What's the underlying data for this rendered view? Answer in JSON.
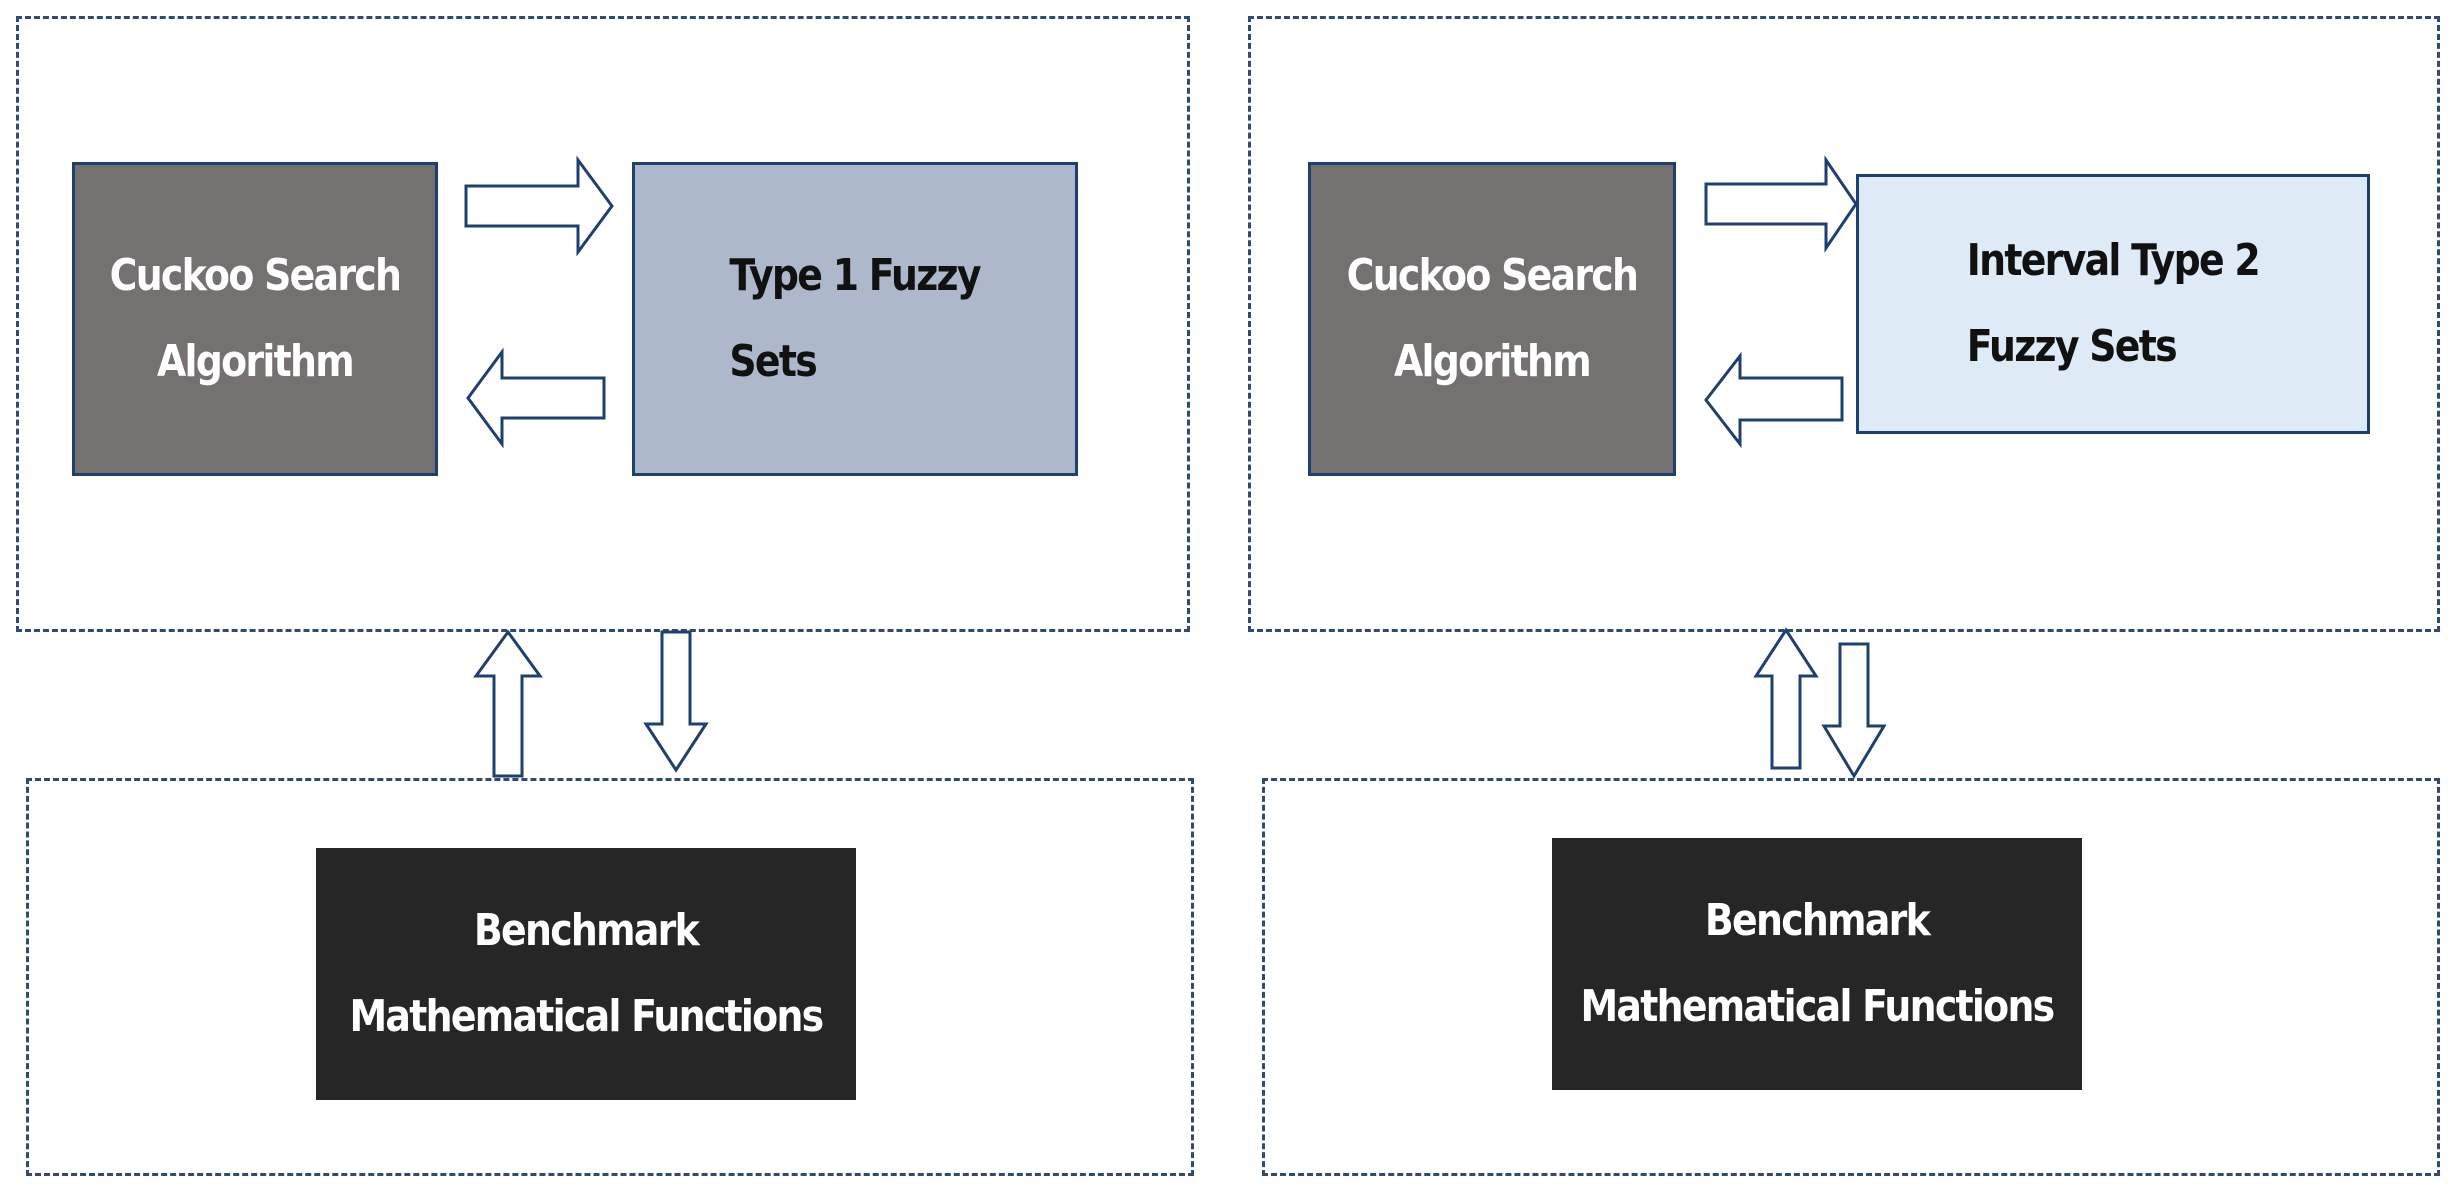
{
  "left_panel": {
    "algorithm_box": {
      "line1": "Cuckoo Search",
      "line2": "Algorithm"
    },
    "fuzzy_box": {
      "line1": "Type 1 Fuzzy",
      "line2": "Sets"
    },
    "benchmark_box": {
      "line1": "Benchmark",
      "line2": "Mathematical Functions"
    }
  },
  "right_panel": {
    "algorithm_box": {
      "line1": "Cuckoo Search",
      "line2": "Algorithm"
    },
    "fuzzy_box": {
      "line1": "Interval Type 2",
      "line2": "Fuzzy Sets"
    },
    "benchmark_box": {
      "line1": "Benchmark",
      "line2": "Mathematical Functions"
    }
  },
  "colors": {
    "algorithm_fill": "#767171",
    "type1_fill": "#adb9ca",
    "type2_fill": "#deebf7",
    "benchmark_fill": "#262626",
    "outline": "#1f3f6e",
    "dashed_frame": "#2f4b75"
  }
}
